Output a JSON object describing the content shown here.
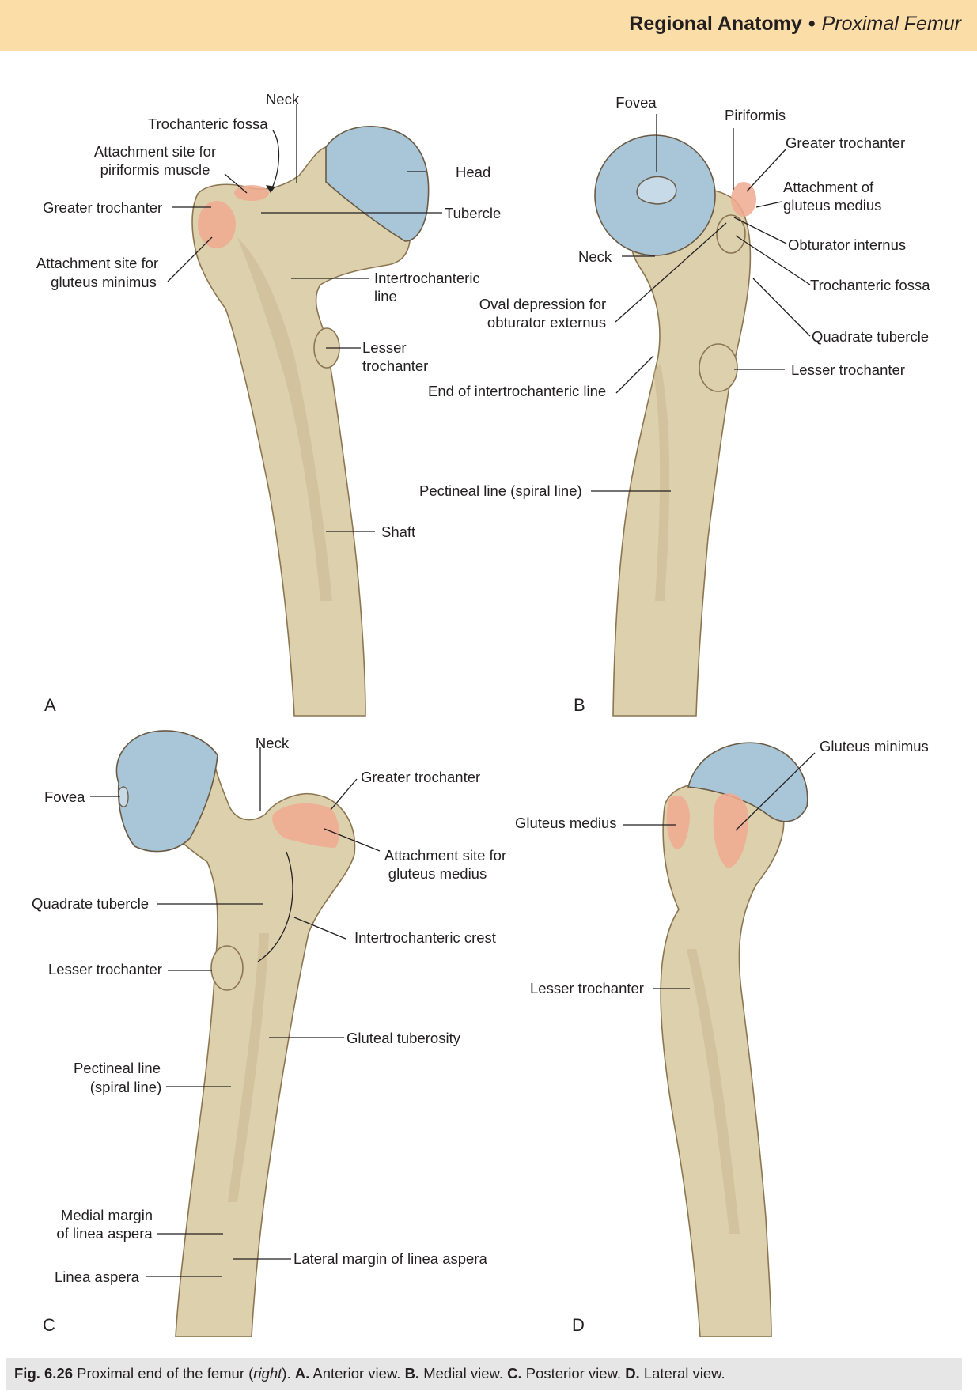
{
  "header": {
    "section": "Regional Anatomy",
    "separator": "•",
    "subsection": "Proximal Femur",
    "background": "#fbdda8"
  },
  "panels": {
    "A": {
      "letter": "A",
      "labels": {
        "neck": "Neck",
        "trochanteric_fossa": "Trochanteric fossa",
        "piriformis_1": "Attachment site for",
        "piriformis_2": "piriformis muscle",
        "greater_trochanter": "Greater trochanter",
        "gluteus_minimus_1": "Attachment site for",
        "gluteus_minimus_2": "gluteus minimus",
        "head": "Head",
        "tubercle": "Tubercle",
        "intertrochanteric_1": "Intertrochanteric",
        "intertrochanteric_2": "line",
        "lesser_trochanter_1": "Lesser",
        "lesser_trochanter_2": "trochanter",
        "shaft": "Shaft"
      }
    },
    "B": {
      "letter": "B",
      "labels": {
        "fovea": "Fovea",
        "piriformis": "Piriformis",
        "greater_trochanter": "Greater trochanter",
        "gluteus_medius_1": "Attachment of",
        "gluteus_medius_2": "gluteus medius",
        "obturator_internus": "Obturator internus",
        "neck": "Neck",
        "trochanteric_fossa": "Trochanteric fossa",
        "oval_depression_1": "Oval depression for",
        "oval_depression_2": "obturator externus",
        "quadrate_tubercle": "Quadrate tubercle",
        "lesser_trochanter": "Lesser trochanter",
        "end_intertrochanteric": "End of intertrochanteric line",
        "pectineal_line": "Pectineal line (spiral line)"
      }
    },
    "C": {
      "letter": "C",
      "labels": {
        "neck": "Neck",
        "greater_trochanter": "Greater trochanter",
        "fovea": "Fovea",
        "gluteus_medius_1": "Attachment site for",
        "gluteus_medius_2": "gluteus medius",
        "quadrate_tubercle": "Quadrate tubercle",
        "intertrochanteric_crest": "Intertrochanteric crest",
        "lesser_trochanter": "Lesser trochanter",
        "gluteal_tuberosity": "Gluteal tuberosity",
        "pectineal_1": "Pectineal line",
        "pectineal_2": "(spiral line)",
        "medial_margin_1": "Medial margin",
        "medial_margin_2": "of linea aspera",
        "lateral_margin": "Lateral margin of linea aspera",
        "linea_aspera": "Linea aspera"
      }
    },
    "D": {
      "letter": "D",
      "labels": {
        "gluteus_minimus": "Gluteus minimus",
        "gluteus_medius": "Gluteus medius",
        "lesser_trochanter": "Lesser trochanter"
      }
    }
  },
  "caption": {
    "fig": "Fig. 6.26",
    "text1": "Proximal end of the femur (",
    "italic": "right",
    "text2": ").",
    "a": "A.",
    "a_text": "Anterior view.",
    "b": "B.",
    "b_text": "Medial view.",
    "c": "C.",
    "c_text": "Posterior view.",
    "d": "D.",
    "d_text": "Lateral view."
  },
  "colors": {
    "bone": "#ddd0ad",
    "cartilage": "#a9c6d8",
    "attachment": "#f0aa8f"
  }
}
